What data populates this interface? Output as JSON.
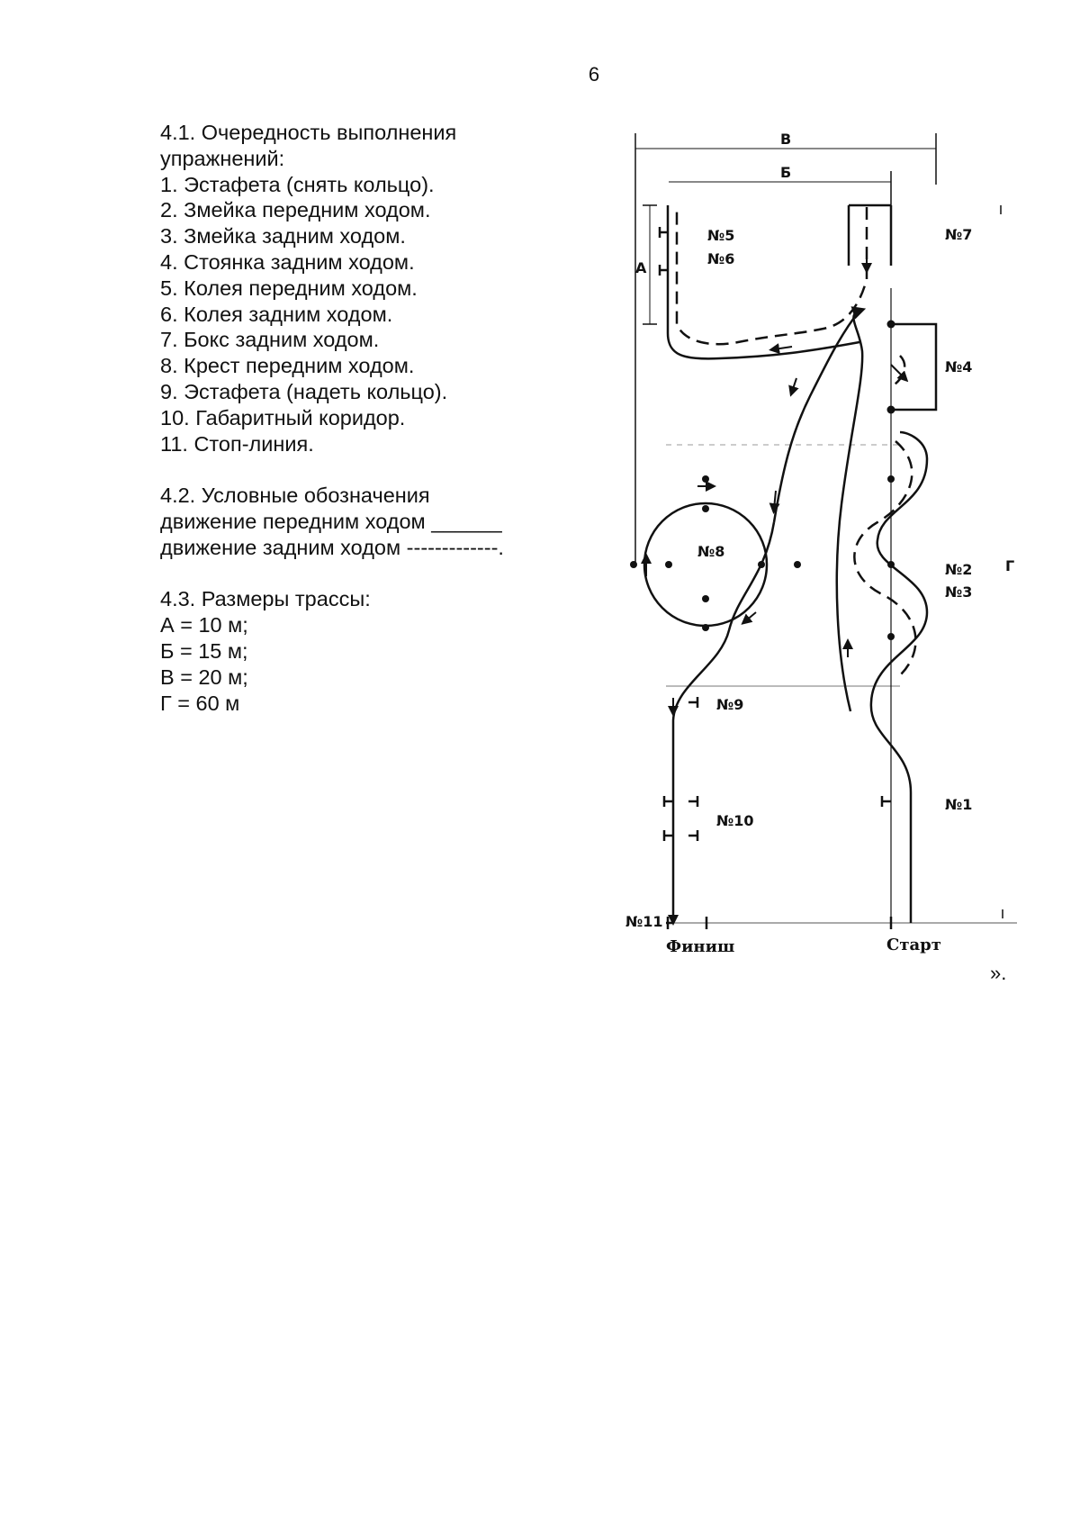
{
  "page": {
    "number": "6"
  },
  "section_1": {
    "title_line1": "4.1. Очередность выполнения",
    "title_line2": "упражнений:",
    "items": [
      "1. Эстафета (снять кольцо).",
      "2. Змейка передним ходом.",
      "3. Змейка задним ходом.",
      "4. Стоянка задним ходом.",
      "5. Колея передним ходом.",
      "6. Колея задним ходом.",
      "7. Бокс задним ходом.",
      "8. Крест передним ходом.",
      "9. Эстафета (надеть кольцо).",
      "10. Габаритный коридор.",
      "11. Стоп-линия."
    ]
  },
  "section_2": {
    "title": "4.2. Условные обозначения",
    "forward": "движение передним ходом ______",
    "reverse": "движение задним ходом -------------."
  },
  "section_3": {
    "title": "4.3. Размеры трассы:",
    "items": [
      "А = 10 м;",
      "Б = 15 м;",
      "В = 20 м;",
      "Г = 60 м"
    ]
  },
  "diagram": {
    "dim_labels": {
      "a": "А",
      "b": "Б",
      "v": "В",
      "g": "Г"
    },
    "station_labels": {
      "n1": "№1",
      "n2": "№2",
      "n3": "№3",
      "n4": "№4",
      "n5": "№5",
      "n6": "№6",
      "n7": "№7",
      "n8": "№8",
      "n9": "№9",
      "n10": "№10",
      "n11": "№11"
    },
    "finish": "Финиш",
    "start": "Старт"
  },
  "trailing_mark": "»."
}
